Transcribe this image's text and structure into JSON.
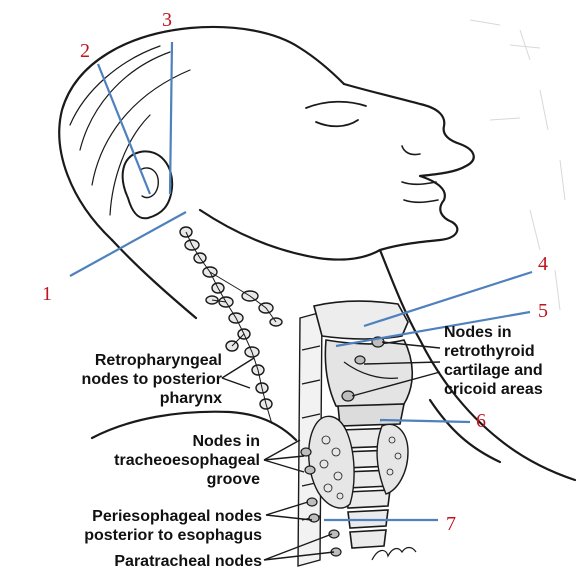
{
  "markers": [
    "1",
    "2",
    "3",
    "4",
    "5",
    "6",
    "7"
  ],
  "labels": {
    "retropharyngeal": [
      "Retropharyngeal",
      "nodes to posterior",
      "pharynx"
    ],
    "tracheoesophageal": [
      "Nodes in",
      "tracheoesophageal",
      "groove"
    ],
    "periesophageal": [
      "Periesophageal nodes",
      "posterior to esophagus"
    ],
    "paratracheal": [
      "Paratracheal nodes"
    ],
    "retrothyroid": [
      "Nodes in",
      "retrothyroid",
      "cartilage and",
      "cricoid areas"
    ]
  },
  "colors": {
    "marker_text": "#c0141c",
    "leader_line": "#4f81bd",
    "ink": "#1a1a1a"
  }
}
